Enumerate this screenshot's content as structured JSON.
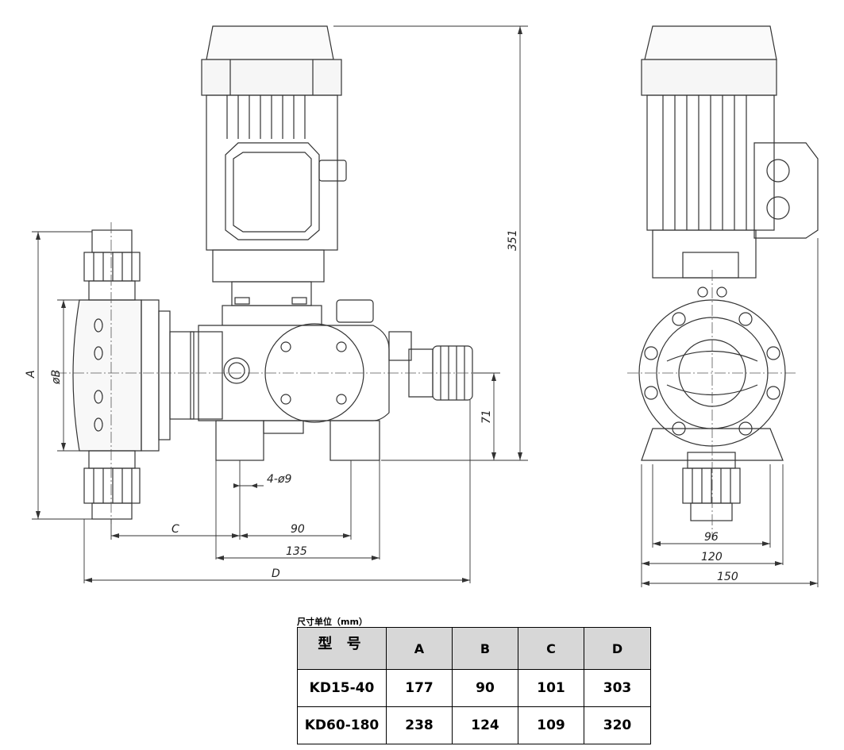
{
  "dimensions": {
    "height_total": "351",
    "A": "A",
    "phiB": "øB",
    "height_71": "71",
    "holes": "4-ø9",
    "C": "C",
    "d90": "90",
    "d135": "135",
    "D": "D",
    "d96": "96",
    "d120": "120",
    "d150": "150"
  },
  "table": {
    "unit_label": "尺寸单位（mm）",
    "headers": [
      "型 号",
      "A",
      "B",
      "C",
      "D"
    ],
    "rows": [
      [
        "KD15-40",
        "177",
        "90",
        "101",
        "303"
      ],
      [
        "KD60-180",
        "238",
        "124",
        "109",
        "320"
      ]
    ]
  }
}
